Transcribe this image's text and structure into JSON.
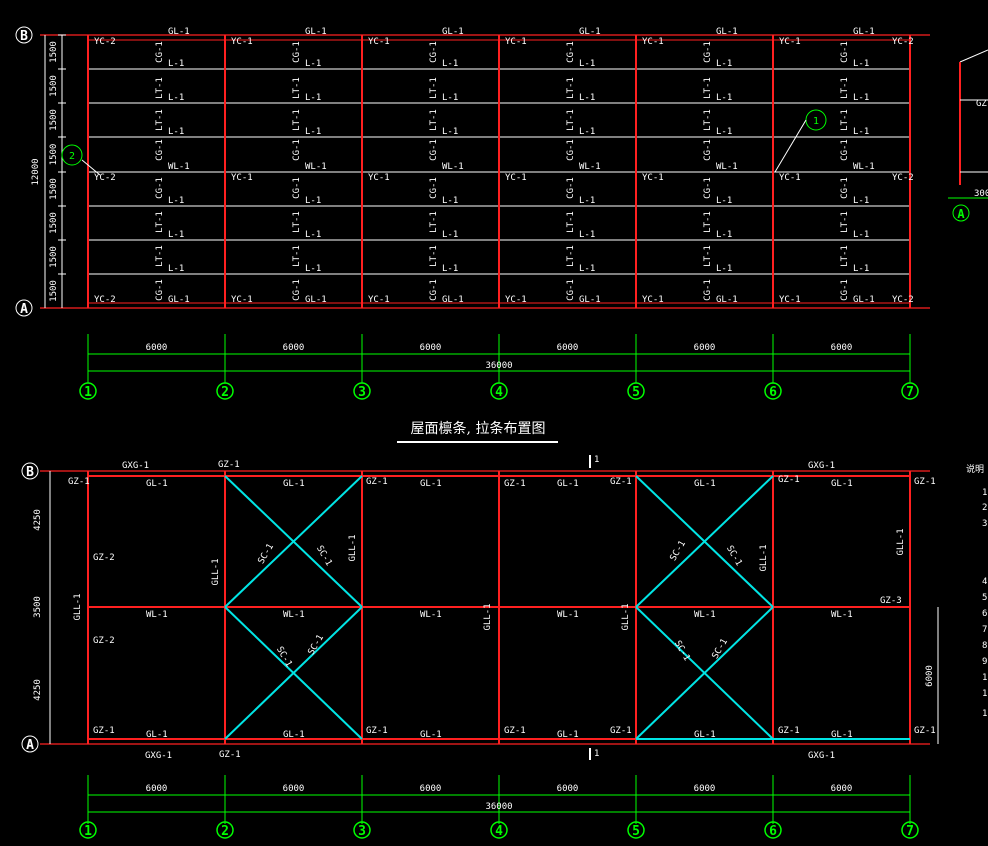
{
  "plan_top": {
    "row_axes": [
      "B",
      "A"
    ],
    "overall_height": "12000",
    "row_spacing": [
      "1500",
      "1500",
      "1500",
      "1500",
      "1500",
      "1500",
      "1500",
      "1500"
    ],
    "column_labels_top": {
      "corner": "YC-2",
      "inner": "YC-1"
    },
    "eave_beam": "GL-1",
    "mid_beam": "WL-1",
    "purlin": "L-1",
    "tie_rod": "LT-1",
    "brace_rod": "CG-1",
    "callout_1": "1",
    "callout_2": "2"
  },
  "title": "屋面檩条, 拉条布置图",
  "plan_bottom": {
    "row_dims": [
      "4250",
      "3500",
      "4250"
    ],
    "side_dim": "6000",
    "tie_beam": "GXG-1",
    "corner_column": "GZ-1",
    "wind_column": "GZ-2",
    "end_column": "GZ-3",
    "eave_beam": "GL-1",
    "roof_beam": "WL-1",
    "gable_beam": "GLL-1",
    "brace": "SC-1",
    "section_mark": "1"
  },
  "dimensions": {
    "spans": [
      "6000",
      "6000",
      "6000",
      "6000",
      "6000",
      "6000"
    ],
    "total": "36000"
  },
  "column_axes": [
    "1",
    "2",
    "3",
    "4",
    "5",
    "6",
    "7"
  ],
  "side_section": {
    "label_gz": "GZ",
    "dim": "300",
    "axis": "A"
  },
  "notes": {
    "heading": "说明",
    "items": [
      "1",
      "2",
      "3",
      "4",
      "5",
      "6",
      "7",
      "8",
      "9",
      "1",
      "1",
      "1"
    ]
  },
  "colors": {
    "member": "#ff2020",
    "brace": "#00e5e5",
    "dim": "#00ff00",
    "text": "#ffffff"
  }
}
